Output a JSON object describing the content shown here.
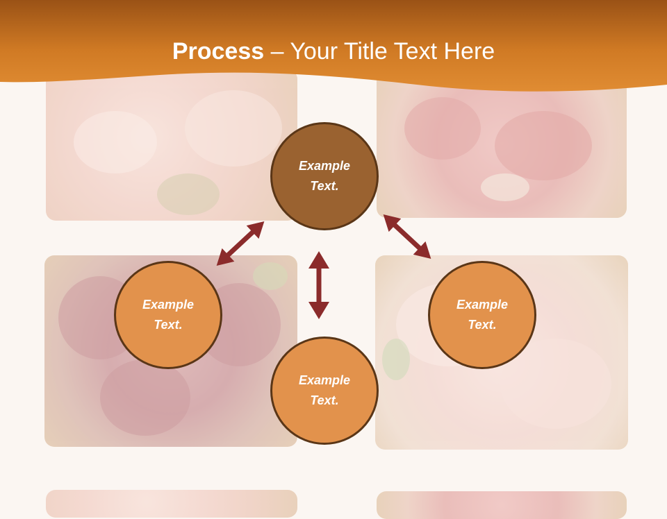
{
  "title": {
    "bold": "Process",
    "rest": " – Your Title Text Here"
  },
  "nodes": {
    "top": "Example Text.",
    "left": "Example Text.",
    "bottom": "Example Text.",
    "right": "Example Text."
  },
  "colors": {
    "header": "#d47a22",
    "header_dark": "#9a5216",
    "node_dark": "#9a6230",
    "node_light": "#e2924c",
    "node_border": "#5a3617",
    "arrow": "#8b2b2b"
  }
}
